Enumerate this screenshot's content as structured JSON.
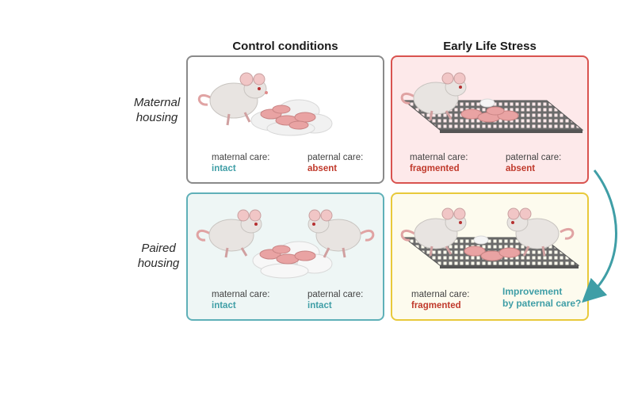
{
  "columns": {
    "control": "Control conditions",
    "els": "Early Life Stress"
  },
  "rows": {
    "maternal": "Maternal\nhousing",
    "paired": "Paired\nhousing"
  },
  "panels": {
    "control_maternal": {
      "maternal_label": "maternal care:",
      "maternal_value": "intact",
      "paternal_label": "paternal care:",
      "paternal_value": "absent"
    },
    "els_maternal": {
      "maternal_label": "maternal care:",
      "maternal_value": "fragmented",
      "paternal_label": "paternal care:",
      "paternal_value": "absent"
    },
    "control_paired": {
      "maternal_label": "maternal care:",
      "maternal_value": "intact",
      "paternal_label": "paternal care:",
      "paternal_value": "intact"
    },
    "els_paired": {
      "maternal_label": "maternal care:",
      "maternal_value": "fragmented",
      "question": "Improvement\nby paternal care?"
    }
  },
  "colors": {
    "teal": "#3f9ea6",
    "red": "#c0392b",
    "gray_border": "#8a8a8a",
    "red_border": "#d9534f",
    "red_fill": "#fde9ea",
    "teal_border": "#5fb0b8",
    "teal_fill": "#eef6f5",
    "yellow_border": "#e8c93a",
    "yellow_fill": "#fdfbee"
  }
}
